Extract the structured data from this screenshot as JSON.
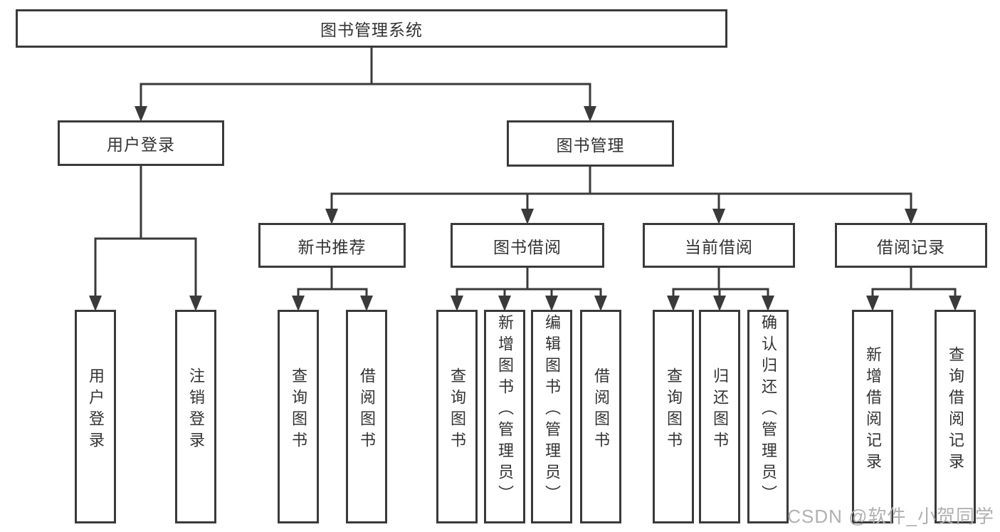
{
  "diagram": {
    "root": {
      "label": "图书管理系统"
    },
    "level2": [
      {
        "label": "用户登录"
      },
      {
        "label": "图书管理"
      }
    ],
    "level3": [
      {
        "label": "新书推荐"
      },
      {
        "label": "图书借阅"
      },
      {
        "label": "当前借阅"
      },
      {
        "label": "借阅记录"
      }
    ],
    "leaves": {
      "user_login": [
        "用户登录",
        "注销登录"
      ],
      "new_books": [
        "查询图书",
        "借阅图书"
      ],
      "book_borrow": [
        "查询图书",
        "新增图书（管理员）",
        "编辑图书（管理员）",
        "借阅图书"
      ],
      "current_borrow": [
        "查询图书",
        "归还图书",
        "确认归还（管理员）"
      ],
      "borrow_records": [
        "新增借阅记录",
        "查询借阅记录"
      ]
    }
  },
  "watermark": {
    "text": "CSDN @软件_小贺同学"
  },
  "colors": {
    "line": "#3a3a3a",
    "text": "#333333",
    "watermark": "#b0b0b0",
    "background": "#ffffff"
  }
}
